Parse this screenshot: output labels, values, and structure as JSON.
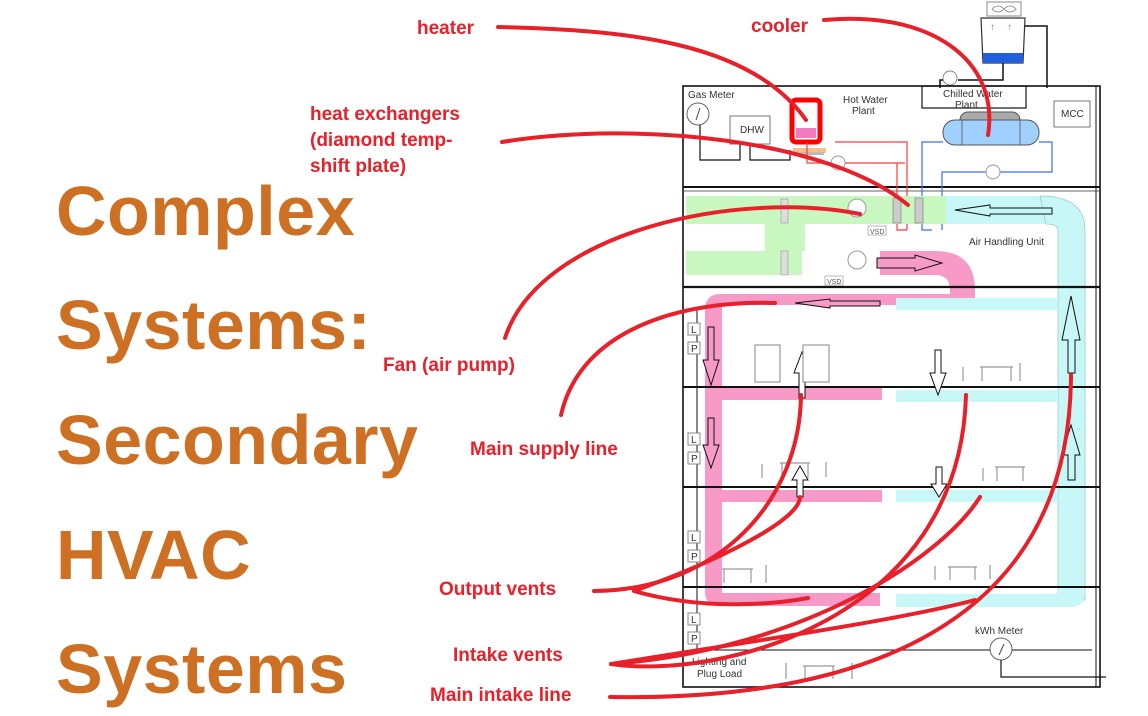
{
  "title": {
    "lines": [
      "Complex",
      "Systems:",
      "Secondary",
      "HVAC",
      "Systems"
    ],
    "color": "#cd7024"
  },
  "annotations": {
    "color": "#e8202a",
    "heater": "heater",
    "cooler": "cooler",
    "heat_exchangers": [
      "heat exchangers",
      "(diamond temp-",
      "shift plate)"
    ],
    "fan": "Fan (air pump)",
    "main_supply": "Main supply line",
    "output_vents": "Output vents",
    "intake_vents": "Intake vents",
    "main_intake": "Main intake line"
  },
  "diagram": {
    "gas_meter": "Gas Meter",
    "dhw": "DHW",
    "hot_water_plant": [
      "Hot Water",
      "Plant"
    ],
    "chilled_water_plant": [
      "Chilled Water",
      "Plant"
    ],
    "mcc": "MCC",
    "vsd": "VSD",
    "air_handling_unit": "Air Handling Unit",
    "panel_l": "L",
    "panel_p": "P",
    "kwh_meter": "kWh Meter",
    "lighting_plug": [
      "Lighting and",
      "Plug Load"
    ],
    "colors": {
      "supply_duct": "#f79ac8",
      "return_duct": "#c8f7f7",
      "ahu_green": "#c8f7c0",
      "hot_pipe": "#ff3b3b",
      "cold_pipe": "#3b6bff",
      "chiller_tank": "#9fd0ff",
      "tower_water": "#1f5fe0"
    }
  }
}
